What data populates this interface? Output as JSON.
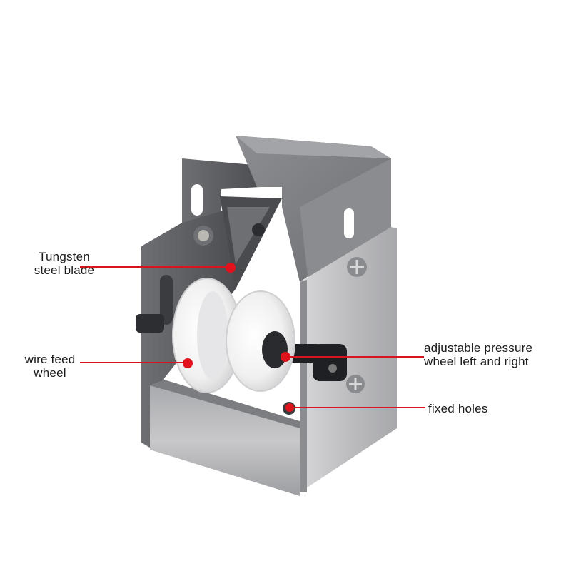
{
  "callouts": {
    "blade": {
      "line1": "Tungsten",
      "line2": "steel blade"
    },
    "feed_wheel": {
      "line1": "wire feed",
      "line2": "wheel"
    },
    "pressure_wheel": {
      "line1": "adjustable pressure",
      "line2": "wheel left and right"
    },
    "fixed_holes": {
      "line1": "fixed holes"
    }
  },
  "colors": {
    "leader_line": "#d7141f",
    "marker_dot": "#e0121c",
    "steel_light": "#c9c9cb",
    "steel_mid": "#9a9a9d",
    "steel_dark": "#5b5c60",
    "wheel": "#f3f3f3"
  }
}
